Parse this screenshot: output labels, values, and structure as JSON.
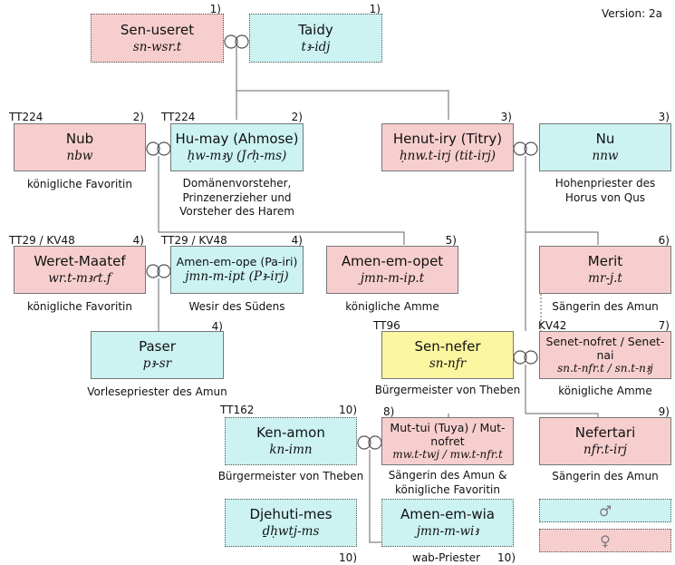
{
  "version": "Version: 2a",
  "colors": {
    "male": "#ccf2f2",
    "female": "#f7cece",
    "highlight": "#fdf6a0",
    "line": "#666666"
  },
  "people": {
    "senuseret": {
      "name": "Sen-useret",
      "translit": "sn-wsr.t",
      "num": "1)"
    },
    "taidy": {
      "name": "Taidy",
      "translit": "tꜣ-idj",
      "num": "1)"
    },
    "nub": {
      "name": "Nub",
      "translit": "nbw",
      "num": "2)",
      "tomb": "TT224",
      "desc": "königliche Favoritin"
    },
    "humay": {
      "name": "Hu-may (Ahmose)",
      "translit": "ḥw-mꜣy (Jꜥḥ-ms)",
      "num": "2)",
      "tomb": "TT224",
      "desc": "Domänenvorsteher, Prinzenerzieher und Vorsteher des Harem"
    },
    "henutiry": {
      "name": "Henut-iry (Titry)",
      "translit": "ḥnw.t-irj (tit-irj)",
      "num": "3)"
    },
    "nu": {
      "name": "Nu",
      "translit": "nnw",
      "num": "3)",
      "desc": "Hohenpriester des Horus von Qus"
    },
    "weretmaatef": {
      "name": "Weret-Maatef",
      "translit": "wr.t-mꜣꜥt.f",
      "num": "4)",
      "tomb": "TT29 / KV48",
      "desc": "königliche Favoritin"
    },
    "amenemope": {
      "name": "Amen-em-ope (Pa-iri)",
      "translit": "jmn-m-ipt (Pꜣ-irj)",
      "num": "4)",
      "tomb": "TT29 / KV48",
      "desc": "Wesir des Südens"
    },
    "amenemopet": {
      "name": "Amen-em-opet",
      "translit": "jmn-m-ip.t",
      "num": "5)",
      "desc": "königliche Amme"
    },
    "merit": {
      "name": "Merit",
      "translit": "mr-j.t",
      "num": "6)",
      "desc": "Sängerin des Amun"
    },
    "paser": {
      "name": "Paser",
      "translit": "pꜣ-sr",
      "num": "4)",
      "desc": "Vorlesepriester des Amun"
    },
    "sennefer": {
      "name": "Sen-nefer",
      "translit": "sn-nfr",
      "tomb": "TT96",
      "desc": "Bürgermeister von Theben"
    },
    "senetnofret": {
      "name": "Senet-nofret / Senet-nai",
      "translit": "sn.t-nfr.t / sn.t-nꜣj",
      "num": "7)",
      "tomb": "KV42",
      "desc": "königliche Amme"
    },
    "kenamon": {
      "name": "Ken-amon",
      "translit": "kn-imn",
      "num": "10)",
      "tomb": "TT162",
      "desc": "Bürgermeister von Theben"
    },
    "muttui": {
      "name": "Mut-tui (Tuya) / Mut-nofret",
      "translit": "mw.t-twj / mw.t-nfr.t",
      "num": "8)",
      "desc": "Sängerin des Amun & königliche Favoritin"
    },
    "nefertari": {
      "name": "Nefertari",
      "translit": "nfr.t-irj",
      "num": "9)",
      "desc": "Sängerin des Amun"
    },
    "djehutimes": {
      "name": "Djehuti-mes",
      "translit": "ḏḥwtj-ms",
      "num": "10)"
    },
    "amenemwia": {
      "name": "Amen-em-wia",
      "translit": "jmn-m-wiꜣ",
      "num": "10)",
      "desc": "wab-Priester"
    }
  },
  "legend": {
    "male_symbol": "♂",
    "female_symbol": "♀"
  }
}
